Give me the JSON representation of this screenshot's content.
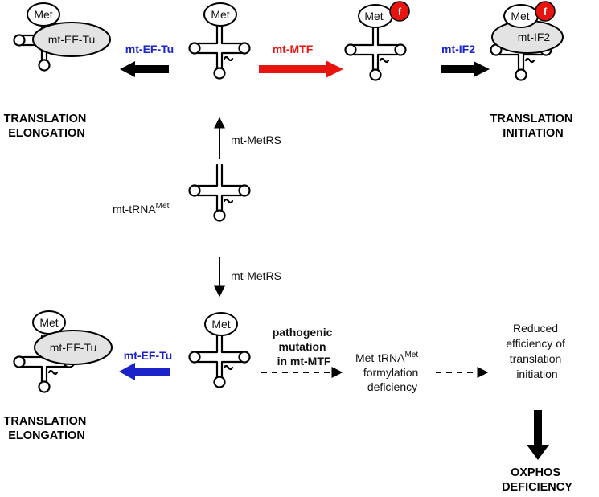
{
  "met": "Met",
  "formyl": "f",
  "factors": {
    "ef_tu": "mt-EF-Tu",
    "if2": "mt-IF2",
    "mtf": "mt-MTF",
    "metrs": "mt-MetRS"
  },
  "trna_label": {
    "base": "mt-tRNA",
    "sup": "Met"
  },
  "headings": {
    "elongation": [
      "TRANSLATION",
      "ELONGATION"
    ],
    "initiation": [
      "TRANSLATION",
      "INITIATION"
    ],
    "oxphos": [
      "OXPHOS",
      "DEFICIENCY"
    ]
  },
  "pathogenic": [
    "pathogenic",
    "mutation",
    "in mt-MTF"
  ],
  "formylation": {
    "line1_base": "Met-tRNA",
    "line1_sup": "Met",
    "line2": "formylation",
    "line3": "deficiency"
  },
  "reduced": [
    "Reduced",
    "efficiency of",
    "translation",
    "initiation"
  ],
  "colors": {
    "black": "#000000",
    "red": "#e8140f",
    "blue": "#1a22c8",
    "factor_fill": "#e3e3e3"
  }
}
